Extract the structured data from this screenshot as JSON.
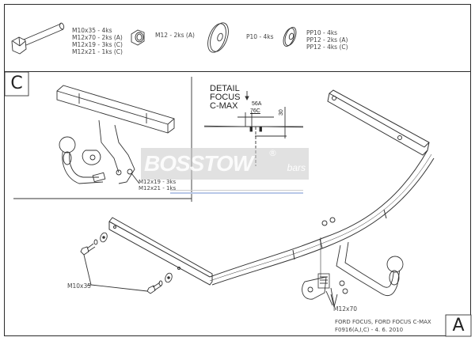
{
  "parts_header": {
    "bolt": {
      "icon": "hex-bolt-icon",
      "lines": [
        "M10x35 - 4ks",
        "M12x70 - 2ks (A)",
        "M12x19 - 3ks (C)",
        "M12x21 - 1ks (C)"
      ]
    },
    "nut": {
      "icon": "hex-nut-icon",
      "lines": [
        "M12 - 2ks (A)"
      ]
    },
    "large_washer": {
      "icon": "flat-washer-icon",
      "lines": [
        "P10 - 4ks"
      ]
    },
    "spring_washer": {
      "icon": "spring-washer-icon",
      "lines": [
        "PP10 - 4ks",
        "PP12 - 2ks (A)",
        "PP12 - 4ks (C)"
      ]
    }
  },
  "variant_c": {
    "badge": "C",
    "bolt_callout": [
      "M12x19 - 3ks",
      "M12x21 - 1ks"
    ]
  },
  "detail": {
    "title_lines": [
      "DETAIL",
      "FOCUS",
      "C-MAX"
    ],
    "dim_56": "56A",
    "dim_76": "76C",
    "dim_30": "30"
  },
  "watermark": {
    "brand": "BOSSTOW",
    "suffix": "bars",
    "registered": "®"
  },
  "main_drawing": {
    "side_bolt_callout": "M10x35",
    "hitch_bolt_callout": "M12x70"
  },
  "title_block": {
    "vehicle": "FORD FOCUS, FORD FOCUS C-MAX",
    "code_date": "F0916(A,I,C) - 4. 6. 2010",
    "variant_badge": "A"
  }
}
